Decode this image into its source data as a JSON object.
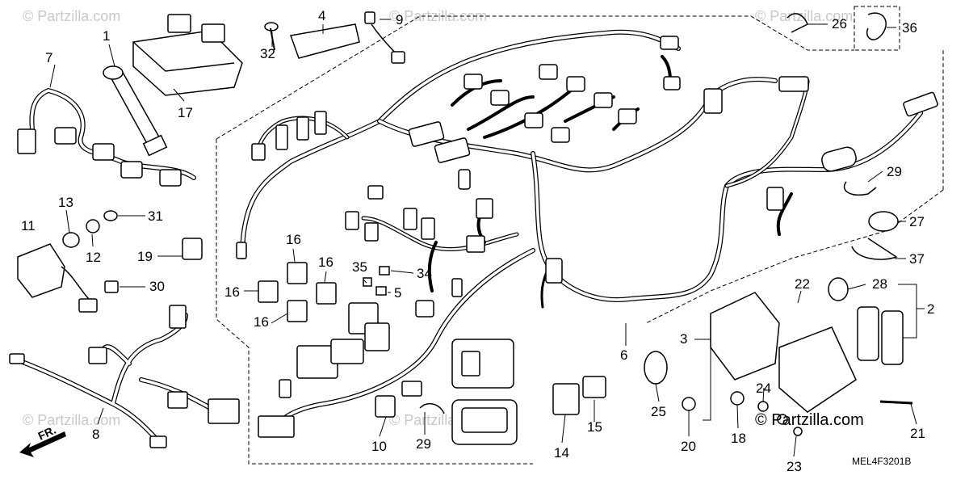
{
  "callouts": {
    "c1": "1",
    "c2": "2",
    "c3": "3",
    "c4": "4",
    "c5": "5",
    "c6": "6",
    "c7": "7",
    "c8": "8",
    "c9": "9",
    "c10": "10",
    "c11": "11",
    "c12": "12",
    "c13": "13",
    "c14": "14",
    "c15": "15",
    "c16a": "16",
    "c16b": "16",
    "c16c": "16",
    "c16d": "16",
    "c17": "17",
    "c18": "18",
    "c19": "19",
    "c20": "20",
    "c21": "21",
    "c22": "22",
    "c23": "23",
    "c24": "24",
    "c25": "25",
    "c26": "26",
    "c27": "27",
    "c28": "28",
    "c29a": "29",
    "c29b": "29",
    "c30": "30",
    "c31": "31",
    "c32": "32",
    "c34": "34",
    "c35": "35",
    "c36": "36",
    "c37": "37"
  },
  "watermark_text": "© Partzilla.com",
  "brand_text": "© Partzilla.com",
  "diagram_code": "MEL4F3201B",
  "front_arrow_label": "FR."
}
